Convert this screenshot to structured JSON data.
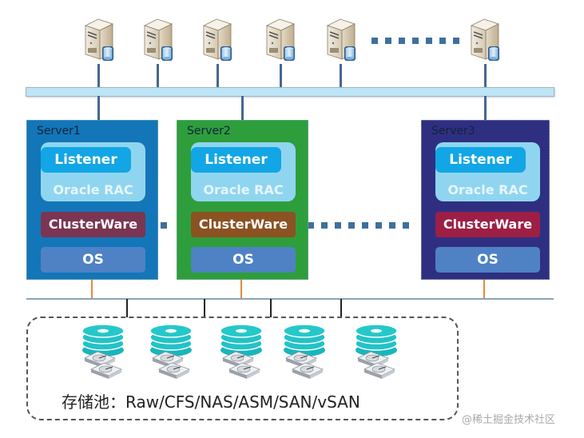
{
  "diagram": {
    "title": "Oracle RAC cluster architecture",
    "clients": {
      "count_shown": 6,
      "icon": "server-tower-with-database-icon",
      "ellipsis": "dotted-line-icon"
    },
    "public_network": {
      "name": "public-network-bus"
    },
    "servers": [
      {
        "label": "Server1",
        "color": "#1276b8",
        "listener": "Listener",
        "rac": "Oracle RAC",
        "clusterware": "ClusterWare",
        "clusterware_color": "#7a3553",
        "os": "OS"
      },
      {
        "label": "Server2",
        "color": "#2e9e3c",
        "listener": "Listener",
        "rac": "Oracle RAC",
        "clusterware": "ClusterWare",
        "clusterware_color": "#8b5222",
        "os": "OS"
      },
      {
        "label": "Server3",
        "color": "#2f2f82",
        "listener": "Listener",
        "rac": "Oracle RAC",
        "clusterware": "ClusterWare",
        "clusterware_color": "#9d1f45",
        "os": "OS"
      }
    ],
    "interconnect": {
      "style": "dotted",
      "color": "#3f6f9c"
    },
    "storage": {
      "disk_count": 5,
      "icon": "disk-stack-icon",
      "label": "存储池：Raw/CFS/NAS/ASM/SAN/vSAN"
    },
    "watermark": "@稀土掘金技术社区"
  }
}
